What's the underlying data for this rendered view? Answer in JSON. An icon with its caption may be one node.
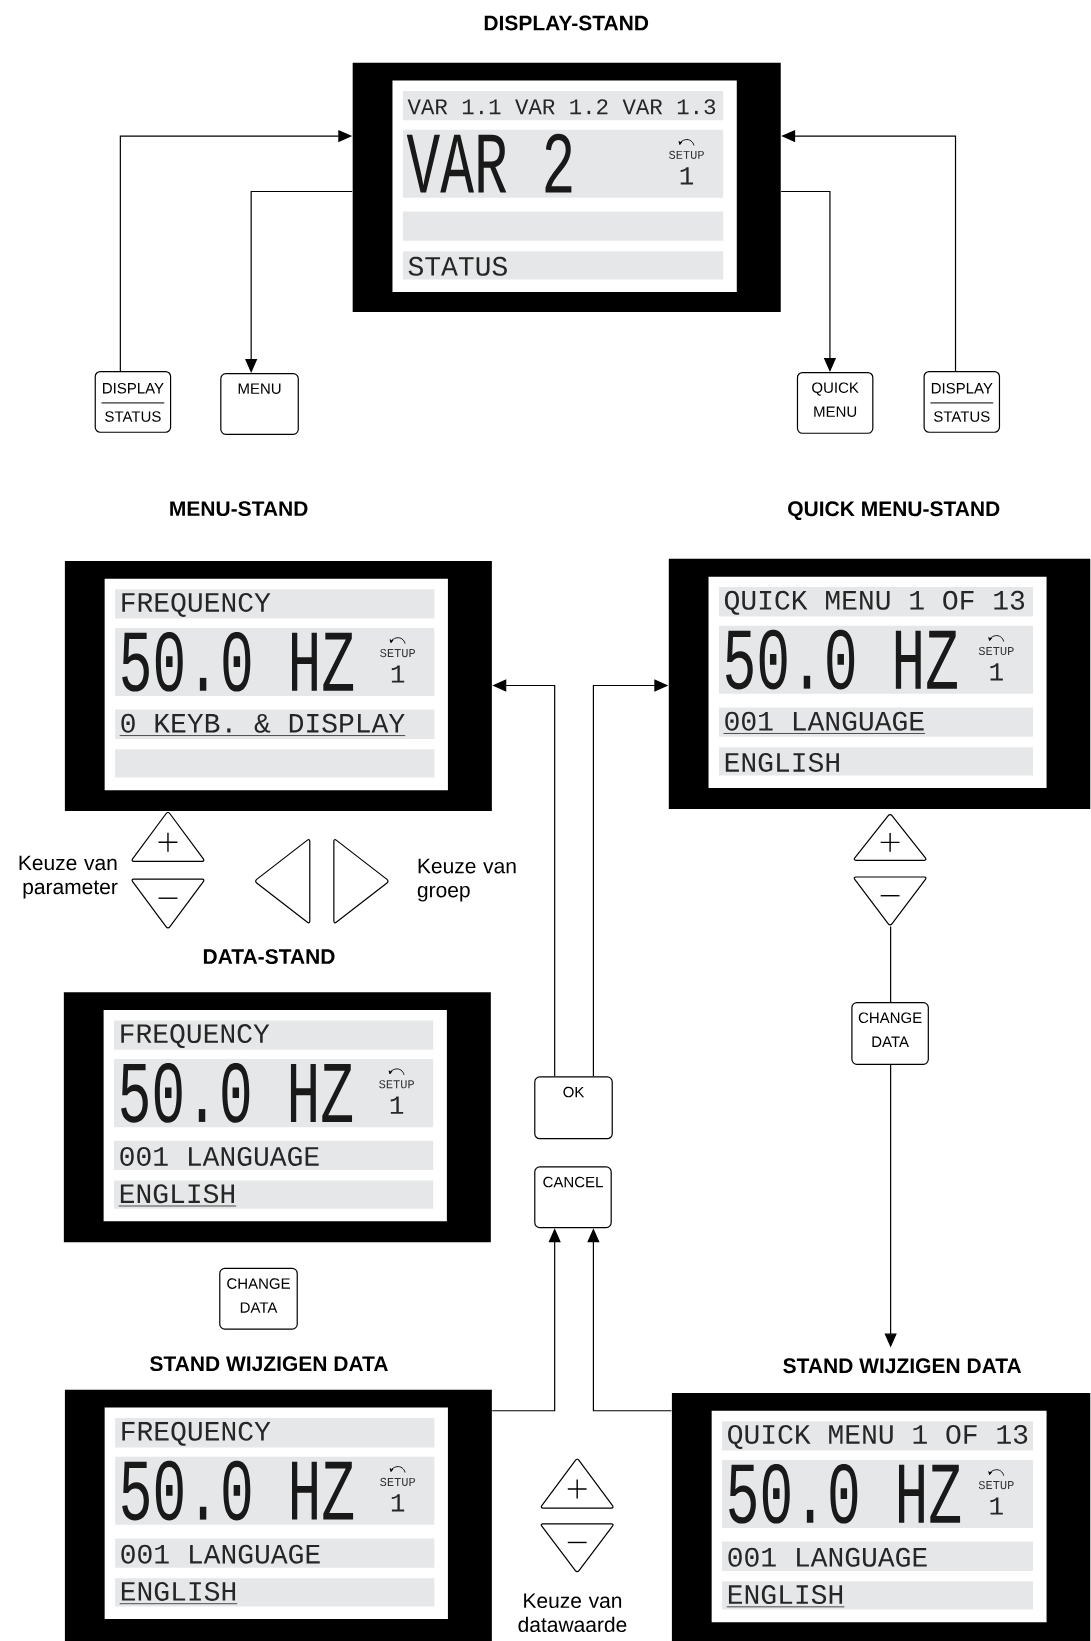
{
  "diagram": {
    "nodes": [
      {
        "text": [
          "VAR 1.1 VAR 1.2 VAR 1.3",
          "VAR 2",
          "SETUP",
          "1",
          "STATUS"
        ],
        "beside": [
          "DISPLAY-STAND"
        ]
      },
      {
        "text": [
          "DISPLAY",
          "STATUS"
        ]
      },
      {
        "text": [
          "MENU"
        ]
      },
      {
        "text": [
          "QUICK MENU"
        ]
      },
      {
        "text": [
          "DISPLAY",
          "STATUS"
        ]
      },
      {
        "text": [
          "FREQUENCY",
          "50.0 HZ",
          "SETUP",
          "1",
          "0 KEYB. & DISPLAY"
        ],
        "beside": [
          "MENU-STAND"
        ]
      },
      {
        "text": [
          "QUICK MENU 1 OF 13",
          "50.0 HZ",
          "SETUP",
          "1",
          "001 LANGUAGE",
          "ENGLISH"
        ],
        "beside": [
          "QUICK MENU-STAND"
        ]
      },
      {
        "text": [
          "FREQUENCY",
          "50.0 HZ",
          "SETUP",
          "1",
          "001 LANGUAGE",
          "ENGLISH"
        ],
        "beside": [
          "DATA-STAND"
        ]
      },
      {
        "text": [
          "OK"
        ]
      },
      {
        "text": [
          "CANCEL"
        ]
      },
      {
        "text": [
          "CHANGE DATA"
        ]
      },
      {
        "text": [
          "CHANGE DATA"
        ]
      },
      {
        "text": [
          "FREQUENCY",
          "50.0 HZ",
          "SETUP",
          "1",
          "001 LANGUAGE",
          "ENGLISH"
        ],
        "beside": [
          "STAND WIJZIGEN DATA"
        ]
      },
      {
        "text": [
          "QUICK MENU 1 OF 13",
          "50.0 HZ",
          "SETUP",
          "1",
          "001 LANGUAGE",
          "ENGLISH"
        ],
        "beside": [
          "STAND WIJZIGEN DATA"
        ]
      },
      {
        "text": [],
        "shape": "triangle"
      }
    ],
    "edges": [
      {
        "from": 1,
        "to": 0,
        "arrow": "to"
      },
      {
        "from": 0,
        "to": 2,
        "arrow": "to"
      },
      {
        "from": 0,
        "to": 3,
        "arrow": "to"
      },
      {
        "from": 4,
        "to": 0,
        "arrow": "to"
      },
      {
        "from": 8,
        "to": 5,
        "arrow": "to"
      },
      {
        "from": 8,
        "to": 6,
        "arrow": "to"
      },
      {
        "from": 12,
        "to": 9,
        "arrow": "to"
      },
      {
        "from": 13,
        "to": 9,
        "arrow": "to"
      },
      {
        "from": 14,
        "to": 10,
        "arrow": "none"
      },
      {
        "from": 10,
        "to": 13,
        "arrow": "to"
      }
    ],
    "labels": [
      "Keuze van parameter",
      "Keuze van groep",
      "Keuze van datawaarde"
    ]
  }
}
